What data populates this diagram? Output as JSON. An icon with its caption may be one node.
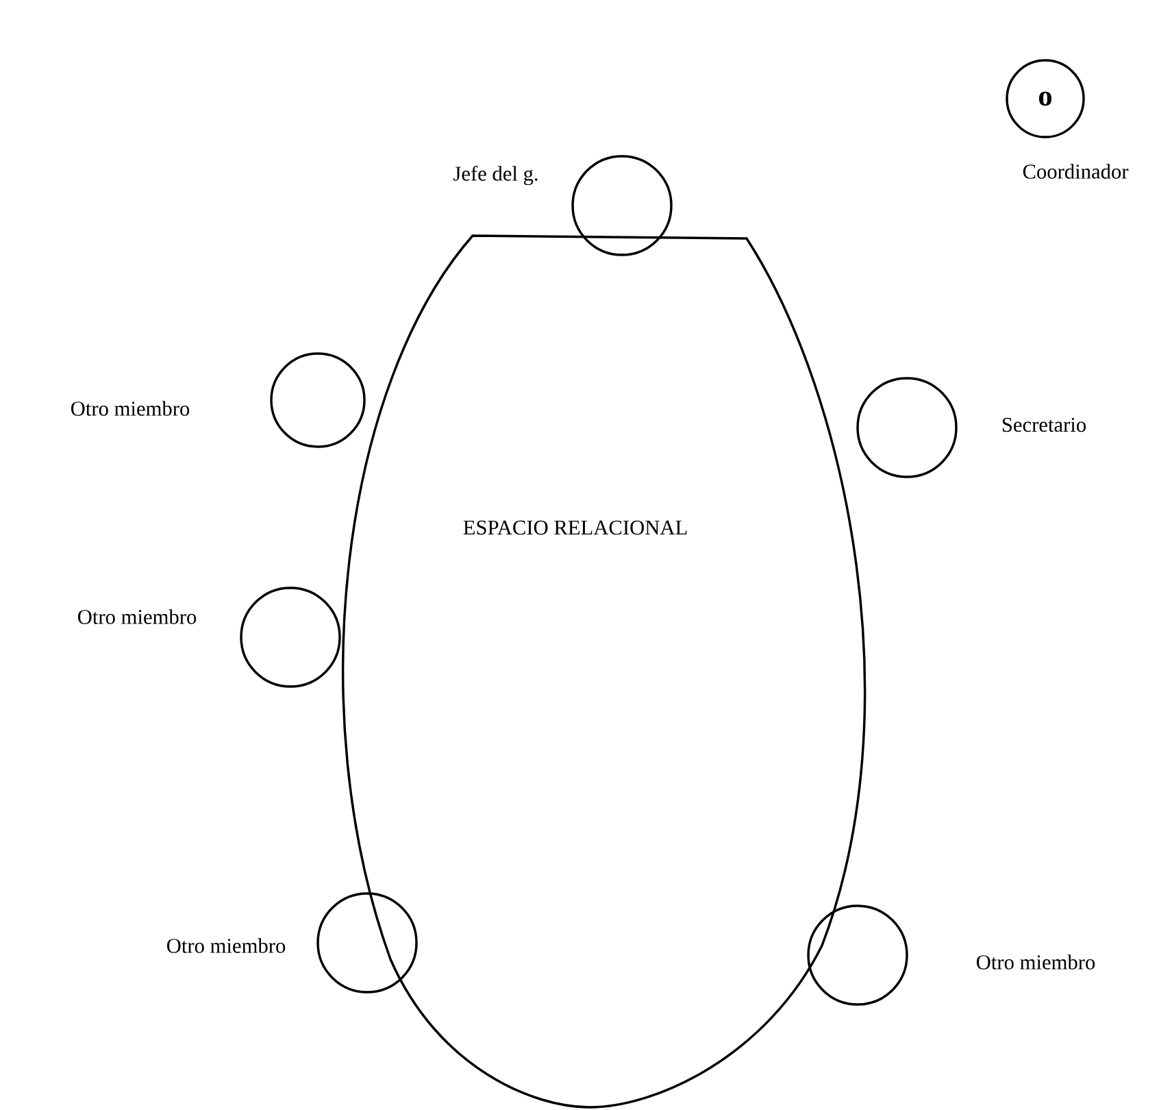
{
  "diagram": {
    "nodes": [
      {
        "text": [
          "o"
        ],
        "beside": [
          "Coordinador"
        ]
      },
      {
        "text": [],
        "shape": "circle",
        "beside": [
          "Jefe del g."
        ]
      },
      {
        "text": [
          "ESPACIO RELACIONAL"
        ]
      },
      {
        "text": [],
        "shape": "circle",
        "beside": [
          "Otro miembro"
        ]
      },
      {
        "text": [],
        "shape": "circle",
        "beside": [
          "Secretario"
        ]
      },
      {
        "text": [],
        "shape": "circle",
        "beside": [
          "Otro miembro"
        ]
      },
      {
        "text": [],
        "shape": "circle",
        "beside": [
          "Otro miembro"
        ]
      },
      {
        "text": [],
        "shape": "circle",
        "beside": [
          "Otro miembro"
        ]
      }
    ]
  }
}
